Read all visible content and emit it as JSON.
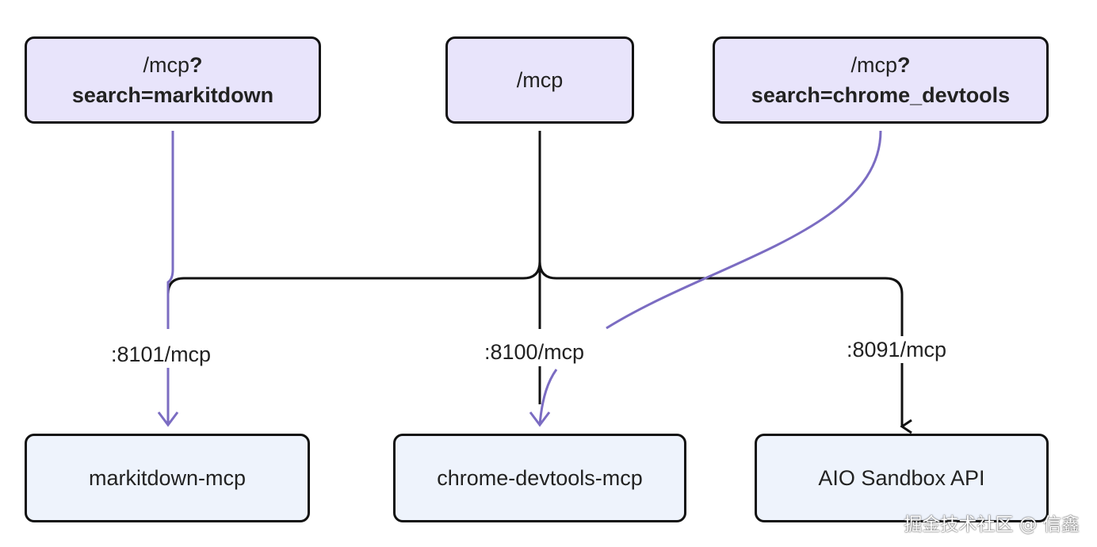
{
  "colors": {
    "route_accent": "#7b6cc2",
    "default_edge": "#111111",
    "top_node_fill": "#e8e4fb",
    "bottom_node_fill": "#eef3fc"
  },
  "top_nodes": {
    "left": {
      "line1": "/mcp",
      "line1_bold": "?",
      "line2": "search=markitdown"
    },
    "center": {
      "line1": "/mcp"
    },
    "right": {
      "line1": "/mcp",
      "line1_bold": "?",
      "line2": "search=chrome_devtools"
    }
  },
  "edge_labels": {
    "left": ":8101/mcp",
    "center": ":8100/mcp",
    "right": ":8091/mcp"
  },
  "bottom_nodes": {
    "left": "markitdown-mcp",
    "center": "chrome-devtools-mcp",
    "right": "AIO Sandbox API"
  },
  "watermark": "掘金技术社区 @ 信鑫"
}
